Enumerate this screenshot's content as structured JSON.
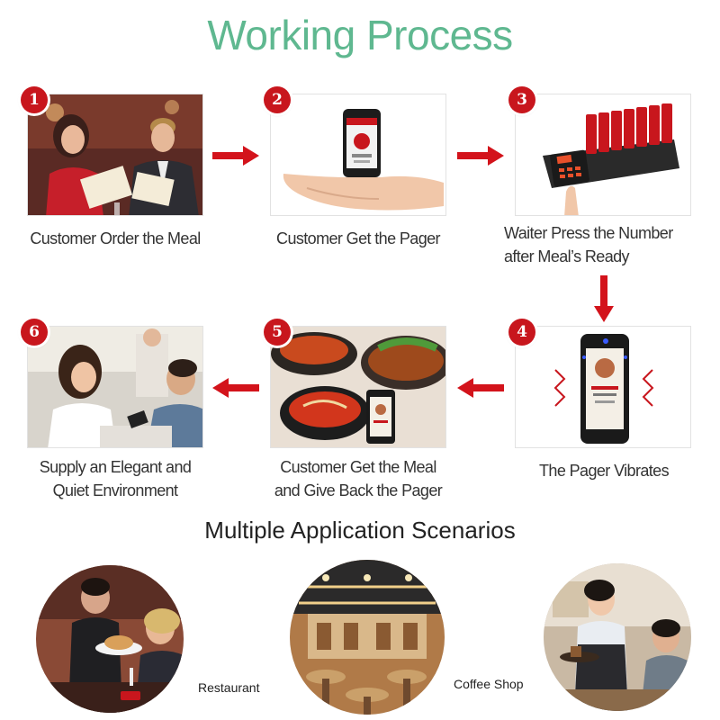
{
  "title": "Working Process",
  "colors": {
    "title_green": "#5fb890",
    "badge_red": "#c8161d",
    "arrow_red": "#d3131b"
  },
  "steps": [
    {
      "number": "1",
      "caption_lines": [
        "Customer Order the Meal"
      ]
    },
    {
      "number": "2",
      "caption_lines": [
        "Customer Get the Pager"
      ]
    },
    {
      "number": "3",
      "caption_lines": [
        "Waiter Press the Number",
        "after Meal’s Ready"
      ]
    },
    {
      "number": "4",
      "caption_lines": [
        "The Pager Vibrates"
      ]
    },
    {
      "number": "5",
      "caption_lines": [
        "Customer Get the Meal",
        "and Give Back the Pager"
      ]
    },
    {
      "number": "6",
      "caption_lines": [
        "Supply an Elegant and",
        "Quiet Environment"
      ]
    }
  ],
  "scenarios_title": "Multiple Application Scenarios",
  "scenarios": [
    {
      "label": "Restaurant"
    },
    {
      "label": ""
    },
    {
      "label": "Coffee Shop"
    }
  ]
}
